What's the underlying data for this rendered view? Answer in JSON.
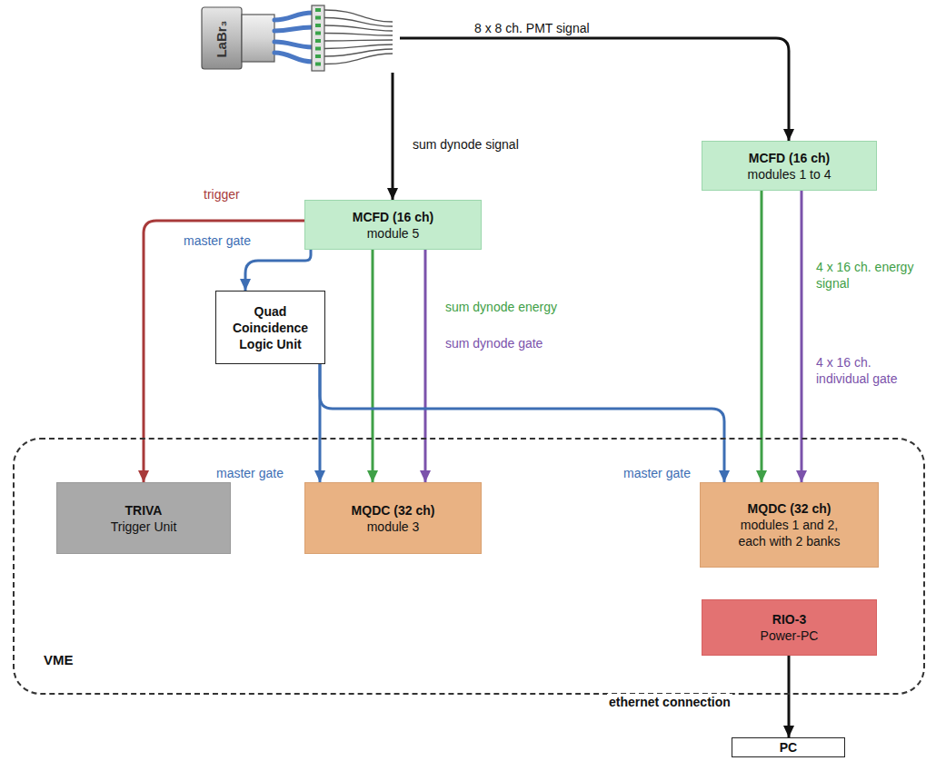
{
  "diagram": {
    "nodes": [
      {
        "text": [
          "LaBr₃"
        ]
      },
      {
        "text": [
          "MCFD (16 ch)",
          "modules 1 to 4"
        ]
      },
      {
        "text": [
          "MCFD (16 ch)",
          "module 5"
        ]
      },
      {
        "text": [
          "Quad Coincidence Logic Unit"
        ]
      },
      {
        "text": [
          "VME"
        ]
      },
      {
        "text": [
          "TRIVA",
          "Trigger Unit"
        ],
        "in": 4
      },
      {
        "text": [
          "MQDC (32 ch)",
          "module 3"
        ],
        "in": 4
      },
      {
        "text": [
          "MQDC (32 ch)",
          "modules 1 and 2, each with 2 banks"
        ],
        "in": 4
      },
      {
        "text": [
          "RIO-3",
          "Power-PC"
        ],
        "in": 4
      },
      {
        "text": [
          "PC"
        ]
      }
    ],
    "edges": [
      {
        "from": 0,
        "to": 1,
        "arrow": "to",
        "label": "8 x 8 ch. PMT signal"
      },
      {
        "from": 0,
        "to": 2,
        "arrow": "to",
        "label": "sum dynode signal"
      },
      {
        "from": 2,
        "to": 5,
        "arrow": "to",
        "label": "trigger"
      },
      {
        "from": 2,
        "to": 3,
        "arrow": "to",
        "label": "master gate"
      },
      {
        "from": 2,
        "to": 6,
        "arrow": "to",
        "label": "sum dynode energy"
      },
      {
        "from": 2,
        "to": 6,
        "arrow": "to",
        "label": "sum dynode gate"
      },
      {
        "from": 3,
        "to": 6,
        "arrow": "to",
        "label": "master gate"
      },
      {
        "from": 3,
        "to": 7,
        "arrow": "to",
        "label": "master gate"
      },
      {
        "from": 1,
        "to": 7,
        "arrow": "to",
        "label": "4 x 16 ch. energy signal"
      },
      {
        "from": 1,
        "to": 7,
        "arrow": "to",
        "label": "4 x 16 ch. individual gate"
      },
      {
        "from": 8,
        "to": 9,
        "arrow": "to",
        "label": "ethernet connection"
      }
    ]
  }
}
